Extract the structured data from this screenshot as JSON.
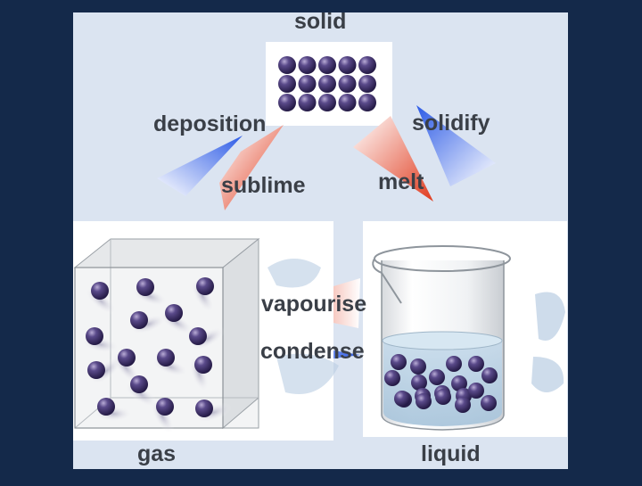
{
  "colors": {
    "background": "#14294a",
    "panel": "#dbe4f1",
    "particle": "#3b2a63",
    "warm_arrow": "#e03a1d",
    "cool_arrow": "#2d5be6",
    "water": "#b9d3e6"
  },
  "diagram": {
    "states": {
      "solid": "solid",
      "gas": "gas",
      "liquid": "liquid"
    },
    "transitions": {
      "deposition": "deposition",
      "sublime": "sublime",
      "melt": "melt",
      "solidify": "solidify",
      "vapourise": "vapourise",
      "condense": "condense"
    }
  }
}
